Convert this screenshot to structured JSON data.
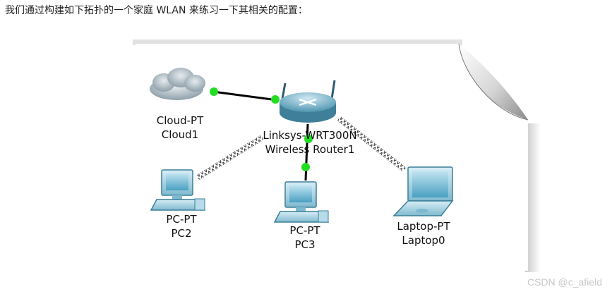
{
  "intro_text": "我们通过构建如下拓扑的一个家庭 WLAN 来练习一下其相关的配置：",
  "watermark": "CSDN @c_afield",
  "colors": {
    "link_dot": "#22dd22",
    "device_blue": "#5aa7c4",
    "page_shadow": "#999999"
  },
  "nodes": {
    "cloud": {
      "type": "Cloud-PT",
      "name": "Cloud1",
      "icon": "cloud-icon"
    },
    "router": {
      "type": "Linksys-WRT300N",
      "name": "Wireless Router1",
      "icon": "wireless-router-icon"
    },
    "pc2": {
      "type": "PC-PT",
      "name": "PC2",
      "icon": "desktop-pc-icon"
    },
    "pc3": {
      "type": "PC-PT",
      "name": "PC3",
      "icon": "desktop-pc-icon"
    },
    "laptop": {
      "type": "Laptop-PT",
      "name": "Laptop0",
      "icon": "laptop-icon"
    }
  }
}
